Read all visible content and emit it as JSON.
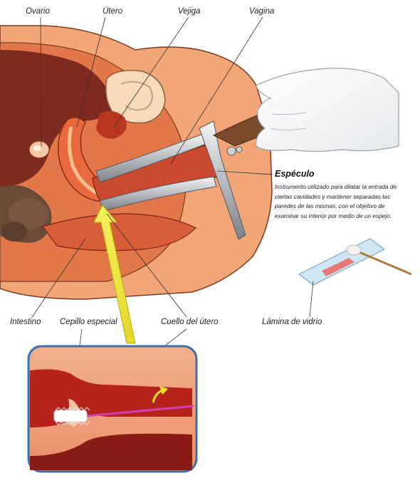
{
  "labels": {
    "ovario": "Ovario",
    "utero": "Útero",
    "vejiga": "Vejiga",
    "vagina": "Vagina",
    "intestino": "Intestino",
    "cepillo": "Cepillo especial",
    "cuello": "Cuello del útero",
    "lamina": "Lámina de vidrio"
  },
  "speculum": {
    "title": "Espéculo",
    "description": "Instrumento utilizado para dilatar la entrada de ciertas cavidades y mantener separadas las paredes de las mismas, con el objetivo de examinar su interior por medio de un espejo."
  },
  "colors": {
    "skin": "#f2a678",
    "tissue": "#e2774a",
    "organ_dark": "#6e1e18",
    "intestine": "#6b4a36",
    "highlight_arrow": "#e9e23b",
    "brush_line": "#d23fb0",
    "inset_border": "#3d6fa8"
  }
}
